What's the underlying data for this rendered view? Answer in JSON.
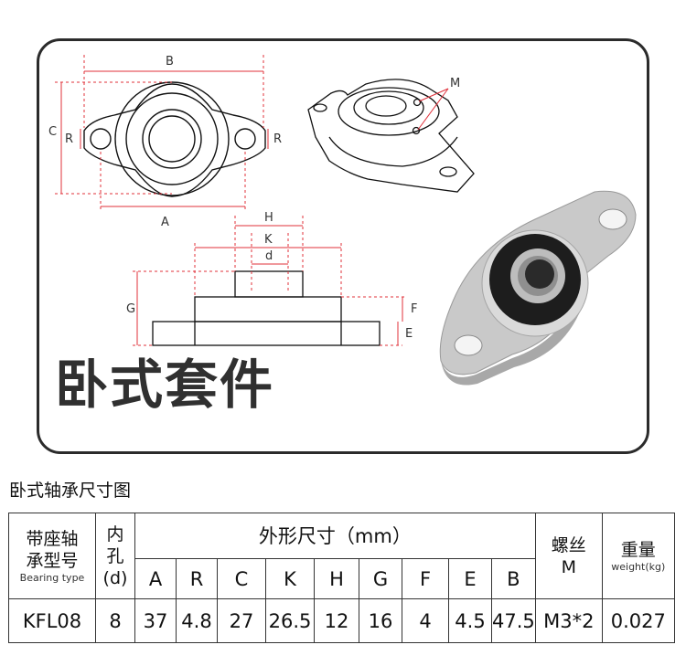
{
  "title": "卧式套件",
  "table_title": "卧式轴承尺寸图",
  "diagram_labels": {
    "B": "B",
    "C": "C",
    "R_left": "R",
    "R_right": "R",
    "A": "A",
    "M": "M",
    "H": "H",
    "K": "K",
    "d": "d",
    "G": "G",
    "F": "F",
    "E": "E"
  },
  "table": {
    "col_model_line1": "带座轴",
    "col_model_line2": "承型号",
    "col_model_en": "Bearing type",
    "col_bore_line1": "内",
    "col_bore_line2": "孔",
    "col_bore_line3": "(d)",
    "col_dims": "外形尺寸（mm）",
    "dim_headers": [
      "A",
      "R",
      "C",
      "K",
      "H",
      "G",
      "F",
      "E",
      "B"
    ],
    "col_screw": "螺丝",
    "col_screw_sub": "M",
    "col_weight": "重量",
    "col_weight_en": "weight(kg)",
    "row": {
      "model": "KFL08",
      "bore": "8",
      "dims": [
        "37",
        "4.8",
        "27",
        "26.5",
        "12",
        "16",
        "4",
        "4.5",
        "47.5"
      ],
      "screw": "M3*2",
      "weight": "0.027"
    }
  }
}
